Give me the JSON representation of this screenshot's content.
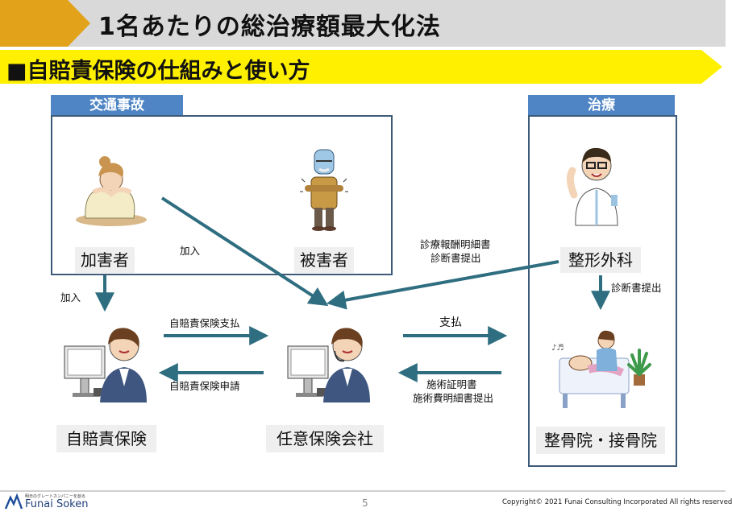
{
  "header": {
    "title": "1名あたりの総治療額最大化法",
    "subtitle": "■自賠責保険の仕組みと使い方"
  },
  "panels": {
    "accident": "交通事故",
    "treatment": "治療"
  },
  "nodes": {
    "perpetrator": "加害者",
    "victim": "被害者",
    "orthopedics": "整形外科",
    "cmi_insurance": "自賠責保険",
    "voluntary_insurance": "任意保険会社",
    "bonesetter": "整骨院・接骨院"
  },
  "flows": {
    "join_diagonal": "加入",
    "join_down": "加入",
    "cmi_payment": "自賠責保険支払",
    "cmi_application": "自賠責保険申請",
    "payment": "支払",
    "treatment_docs_line1": "施術証明書",
    "treatment_docs_line2": "施術費明細書提出",
    "medical_docs_line1": "診療報酬明細書",
    "medical_docs_line2": "診断書提出",
    "diagnosis_submit": "診断書提出"
  },
  "footer": {
    "logo_tagline": "明日のグレートカンパニーを創る",
    "logo_name": "Funai Soken",
    "page_number": "5",
    "copyright": "Copyright© 2021 Funai Consulting Incorporated All rights reserved"
  },
  "colors": {
    "accent_gold": "#e2a21a",
    "subtitle_yellow": "#fff000",
    "panel_blue": "#4f85c5",
    "arrow_teal": "#2f6e80"
  }
}
